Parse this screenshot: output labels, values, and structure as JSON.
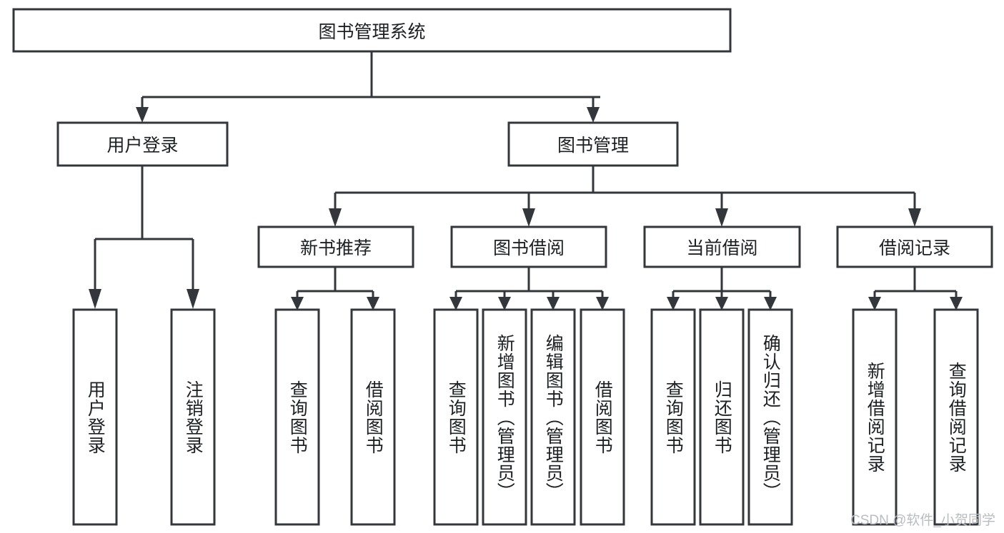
{
  "diagram": {
    "type": "tree",
    "title": "图书管理系统",
    "root": {
      "id": "root",
      "label": "图书管理系统",
      "orientation": "horizontal"
    },
    "level2": [
      {
        "id": "user-login",
        "label": "用户登录",
        "orientation": "horizontal"
      },
      {
        "id": "book-manage",
        "label": "图书管理",
        "orientation": "horizontal"
      }
    ],
    "level3": [
      {
        "id": "new-book-rec",
        "label": "新书推荐",
        "orientation": "horizontal",
        "parent": "book-manage"
      },
      {
        "id": "book-borrow",
        "label": "图书借阅",
        "orientation": "horizontal",
        "parent": "book-manage"
      },
      {
        "id": "current-borrow",
        "label": "当前借阅",
        "orientation": "horizontal",
        "parent": "book-manage"
      },
      {
        "id": "borrow-record",
        "label": "借阅记录",
        "orientation": "horizontal",
        "parent": "book-manage"
      }
    ],
    "leaves": {
      "user_login": [
        {
          "id": "leaf-user-login",
          "label": "用户登录",
          "orientation": "vertical"
        },
        {
          "id": "leaf-logout",
          "label": "注销登录",
          "orientation": "vertical"
        }
      ],
      "new_book_rec": [
        {
          "id": "leaf-query-book-1",
          "label": "查询图书",
          "orientation": "vertical"
        },
        {
          "id": "leaf-borrow-book-1",
          "label": "借阅图书",
          "orientation": "vertical"
        }
      ],
      "book_borrow": [
        {
          "id": "leaf-query-book-2",
          "label": "查询图书",
          "orientation": "vertical"
        },
        {
          "id": "leaf-add-book",
          "label": "新增图书（管理员）",
          "orientation": "vertical"
        },
        {
          "id": "leaf-edit-book",
          "label": "编辑图书（管理员）",
          "orientation": "vertical"
        },
        {
          "id": "leaf-borrow-book-2",
          "label": "借阅图书",
          "orientation": "vertical"
        }
      ],
      "current_borrow": [
        {
          "id": "leaf-query-book-3",
          "label": "查询图书",
          "orientation": "vertical"
        },
        {
          "id": "leaf-return-book",
          "label": "归还图书",
          "orientation": "vertical"
        },
        {
          "id": "leaf-confirm-return",
          "label": "确认归还（管理员）",
          "orientation": "vertical"
        }
      ],
      "borrow_record": [
        {
          "id": "leaf-add-record",
          "label": "新增借阅记录",
          "orientation": "vertical"
        },
        {
          "id": "leaf-query-record",
          "label": "查询借阅记录",
          "orientation": "vertical"
        }
      ]
    }
  },
  "watermark": {
    "text": "CSDN @软件_小贺同学"
  },
  "colors": {
    "stroke": "#33373b",
    "box_fill": "#ffffff",
    "text": "#1d2023",
    "background": "#ffffff",
    "watermark": "#b9bcc0"
  }
}
